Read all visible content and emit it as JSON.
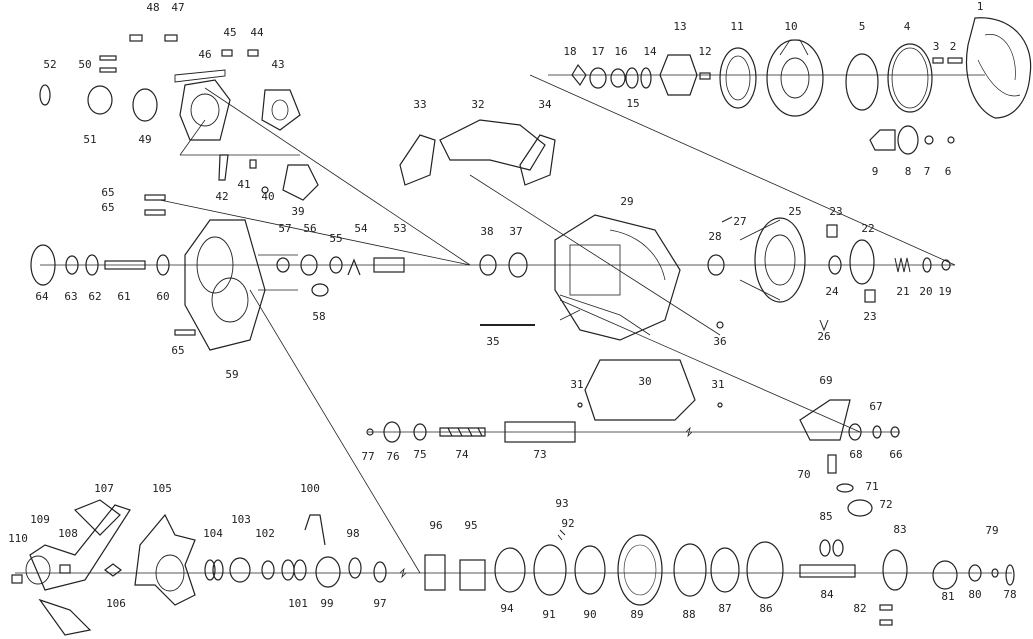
{
  "diagram": {
    "labels": {
      "n1": "1",
      "n2": "2",
      "n3": "3",
      "n4": "4",
      "n5": "5",
      "n6": "6",
      "n7": "7",
      "n8": "8",
      "n9": "9",
      "n10": "10",
      "n11": "11",
      "n12": "12",
      "n13": "13",
      "n14": "14",
      "n15": "15",
      "n16": "16",
      "n17": "17",
      "n18": "18",
      "n19": "19",
      "n20": "20",
      "n21": "21",
      "n22": "22",
      "n23": "23",
      "n24": "24",
      "n25": "25",
      "n26": "26",
      "n27": "27",
      "n28": "28",
      "n29": "29",
      "n30": "30",
      "n31": "31",
      "n32": "32",
      "n33": "33",
      "n34": "34",
      "n35": "35",
      "n36": "36",
      "n37": "37",
      "n38": "38",
      "n39": "39",
      "n40": "40",
      "n41": "41",
      "n42": "42",
      "n43": "43",
      "n44": "44",
      "n45": "45",
      "n46": "46",
      "n47": "47",
      "n48": "48",
      "n49": "49",
      "n50": "50",
      "n51": "51",
      "n52": "52",
      "n53": "53",
      "n54": "54",
      "n55": "55",
      "n56": "56",
      "n57": "57",
      "n58": "58",
      "n59": "59",
      "n60": "60",
      "n61": "61",
      "n62": "62",
      "n63": "63",
      "n64": "64",
      "n65": "65",
      "n66": "66",
      "n67": "67",
      "n68": "68",
      "n69": "69",
      "n70": "70",
      "n71": "71",
      "n72": "72",
      "n73": "73",
      "n74": "74",
      "n75": "75",
      "n76": "76",
      "n77": "77",
      "n78": "78",
      "n79": "79",
      "n80": "80",
      "n81": "81",
      "n82": "82",
      "n83": "83",
      "n84": "84",
      "n85": "85",
      "n86": "86",
      "n87": "87",
      "n88": "88",
      "n89": "89",
      "n90": "90",
      "n91": "91",
      "n92": "92",
      "n93": "93",
      "n94": "94",
      "n95": "95",
      "n96": "96",
      "n97": "97",
      "n98": "98",
      "n99": "99",
      "n100": "100",
      "n101": "101",
      "n102": "102",
      "n103": "103",
      "n104": "104",
      "n105": "105",
      "n106": "106",
      "n107": "107",
      "n108": "108",
      "n109": "109",
      "n110": "110"
    },
    "colors": {
      "ink": "#222222",
      "background": "#ffffff"
    }
  }
}
